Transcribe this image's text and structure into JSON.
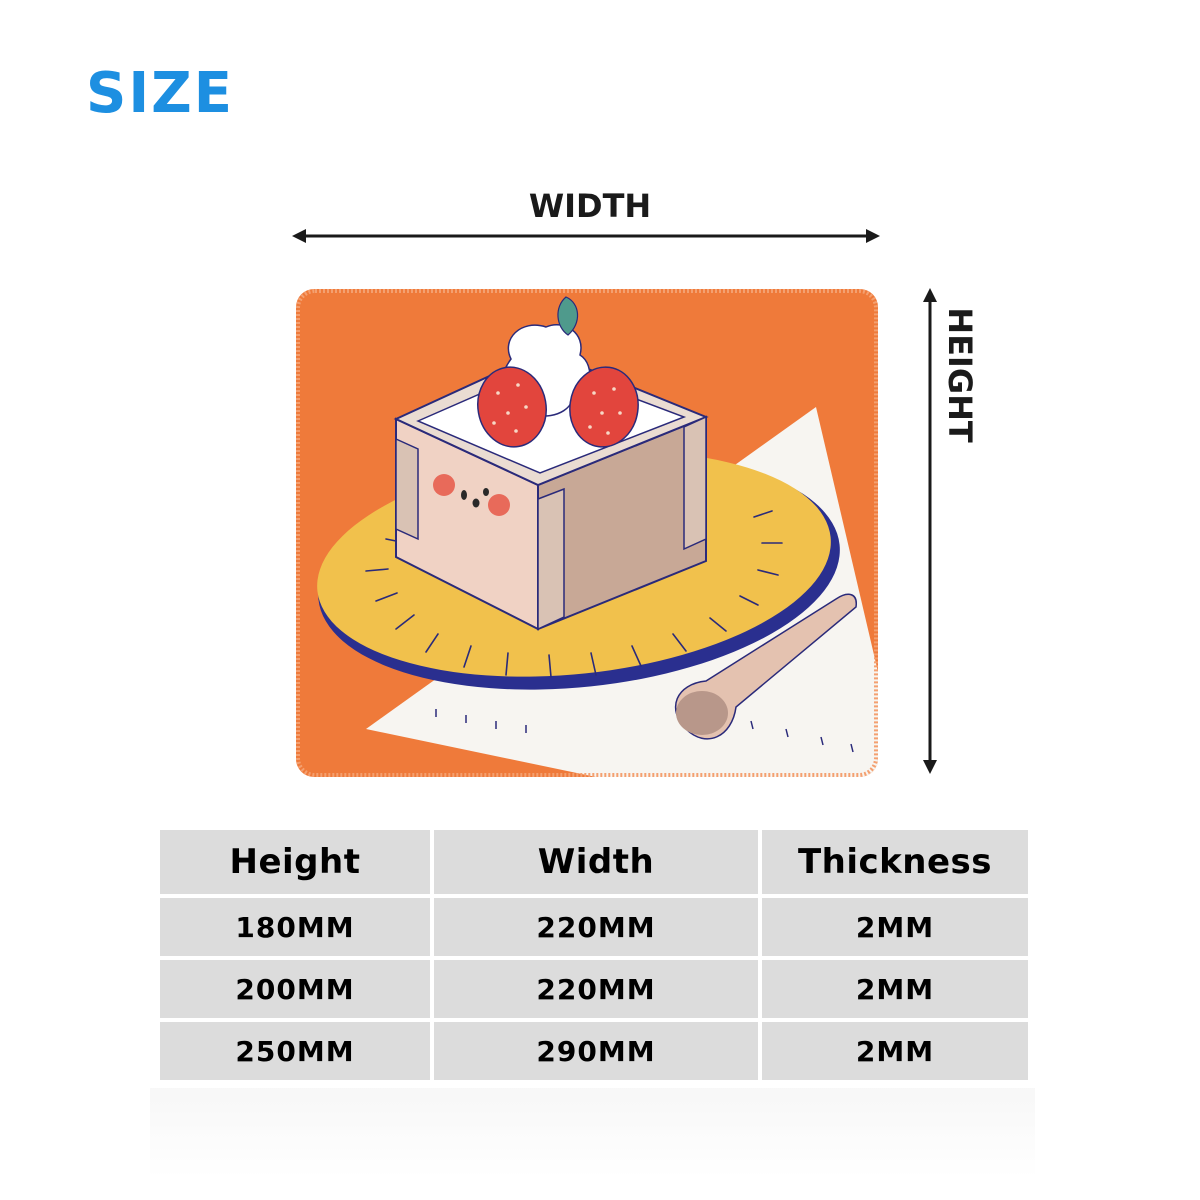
{
  "title": "SIZE",
  "dimension_labels": {
    "width": "WIDTH",
    "height": "HEIGHT"
  },
  "colors": {
    "title": "#1d8fe1",
    "pad_background": "#ef7a3a",
    "table_cell": "#dcdcdc"
  },
  "size_table": {
    "headers": [
      "Height",
      "Width",
      "Thickness"
    ],
    "rows": [
      [
        "180MM",
        "220MM",
        "2MM"
      ],
      [
        "200MM",
        "220MM",
        "2MM"
      ],
      [
        "250MM",
        "290MM",
        "2MM"
      ]
    ]
  }
}
